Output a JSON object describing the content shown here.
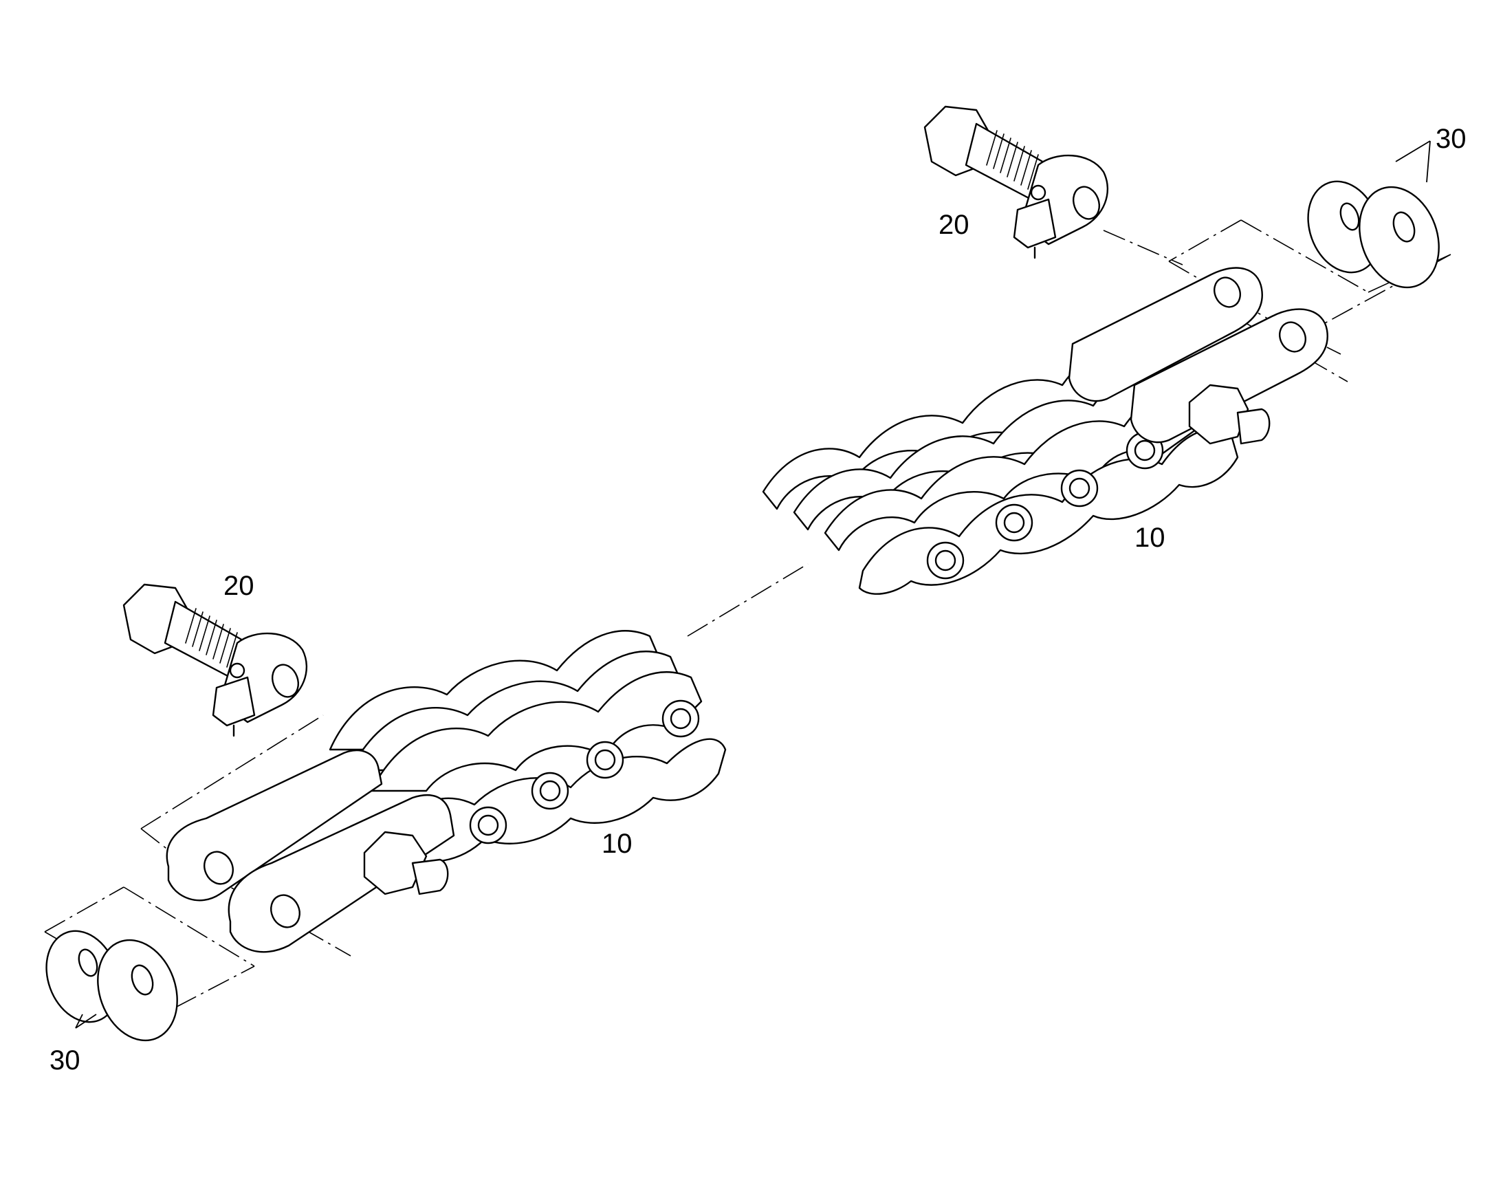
{
  "callouts": {
    "chain_lower": "10",
    "chain_upper": "10",
    "anchor_bolt_lower": "20",
    "anchor_bolt_upper": "20",
    "washers_lower": "30",
    "washers_upper": "30"
  },
  "colors": {
    "line": "#000000",
    "background": "#ffffff"
  }
}
